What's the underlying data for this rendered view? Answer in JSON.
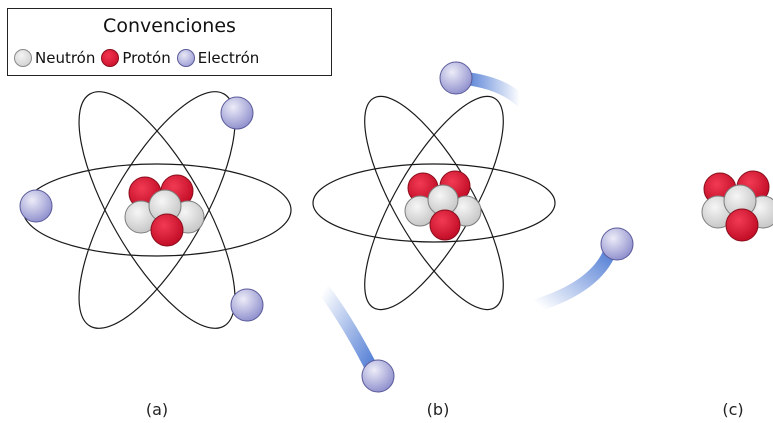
{
  "legend": {
    "title": "Convenciones",
    "items": [
      {
        "key": "neutron",
        "label": "Neutrón"
      },
      {
        "key": "proton",
        "label": "Protón"
      },
      {
        "key": "electron",
        "label": "Electrón"
      }
    ]
  },
  "panels": {
    "a": {
      "label": "(a)"
    },
    "b": {
      "label": "(b)"
    },
    "c": {
      "label": "(c)"
    }
  },
  "colors": {
    "neutron": "#d4d4d4",
    "proton": "#d8102e",
    "electron": "#a3a3d6",
    "orbit": "#1a1a1a",
    "electron_trail": "#3f6fd0"
  }
}
